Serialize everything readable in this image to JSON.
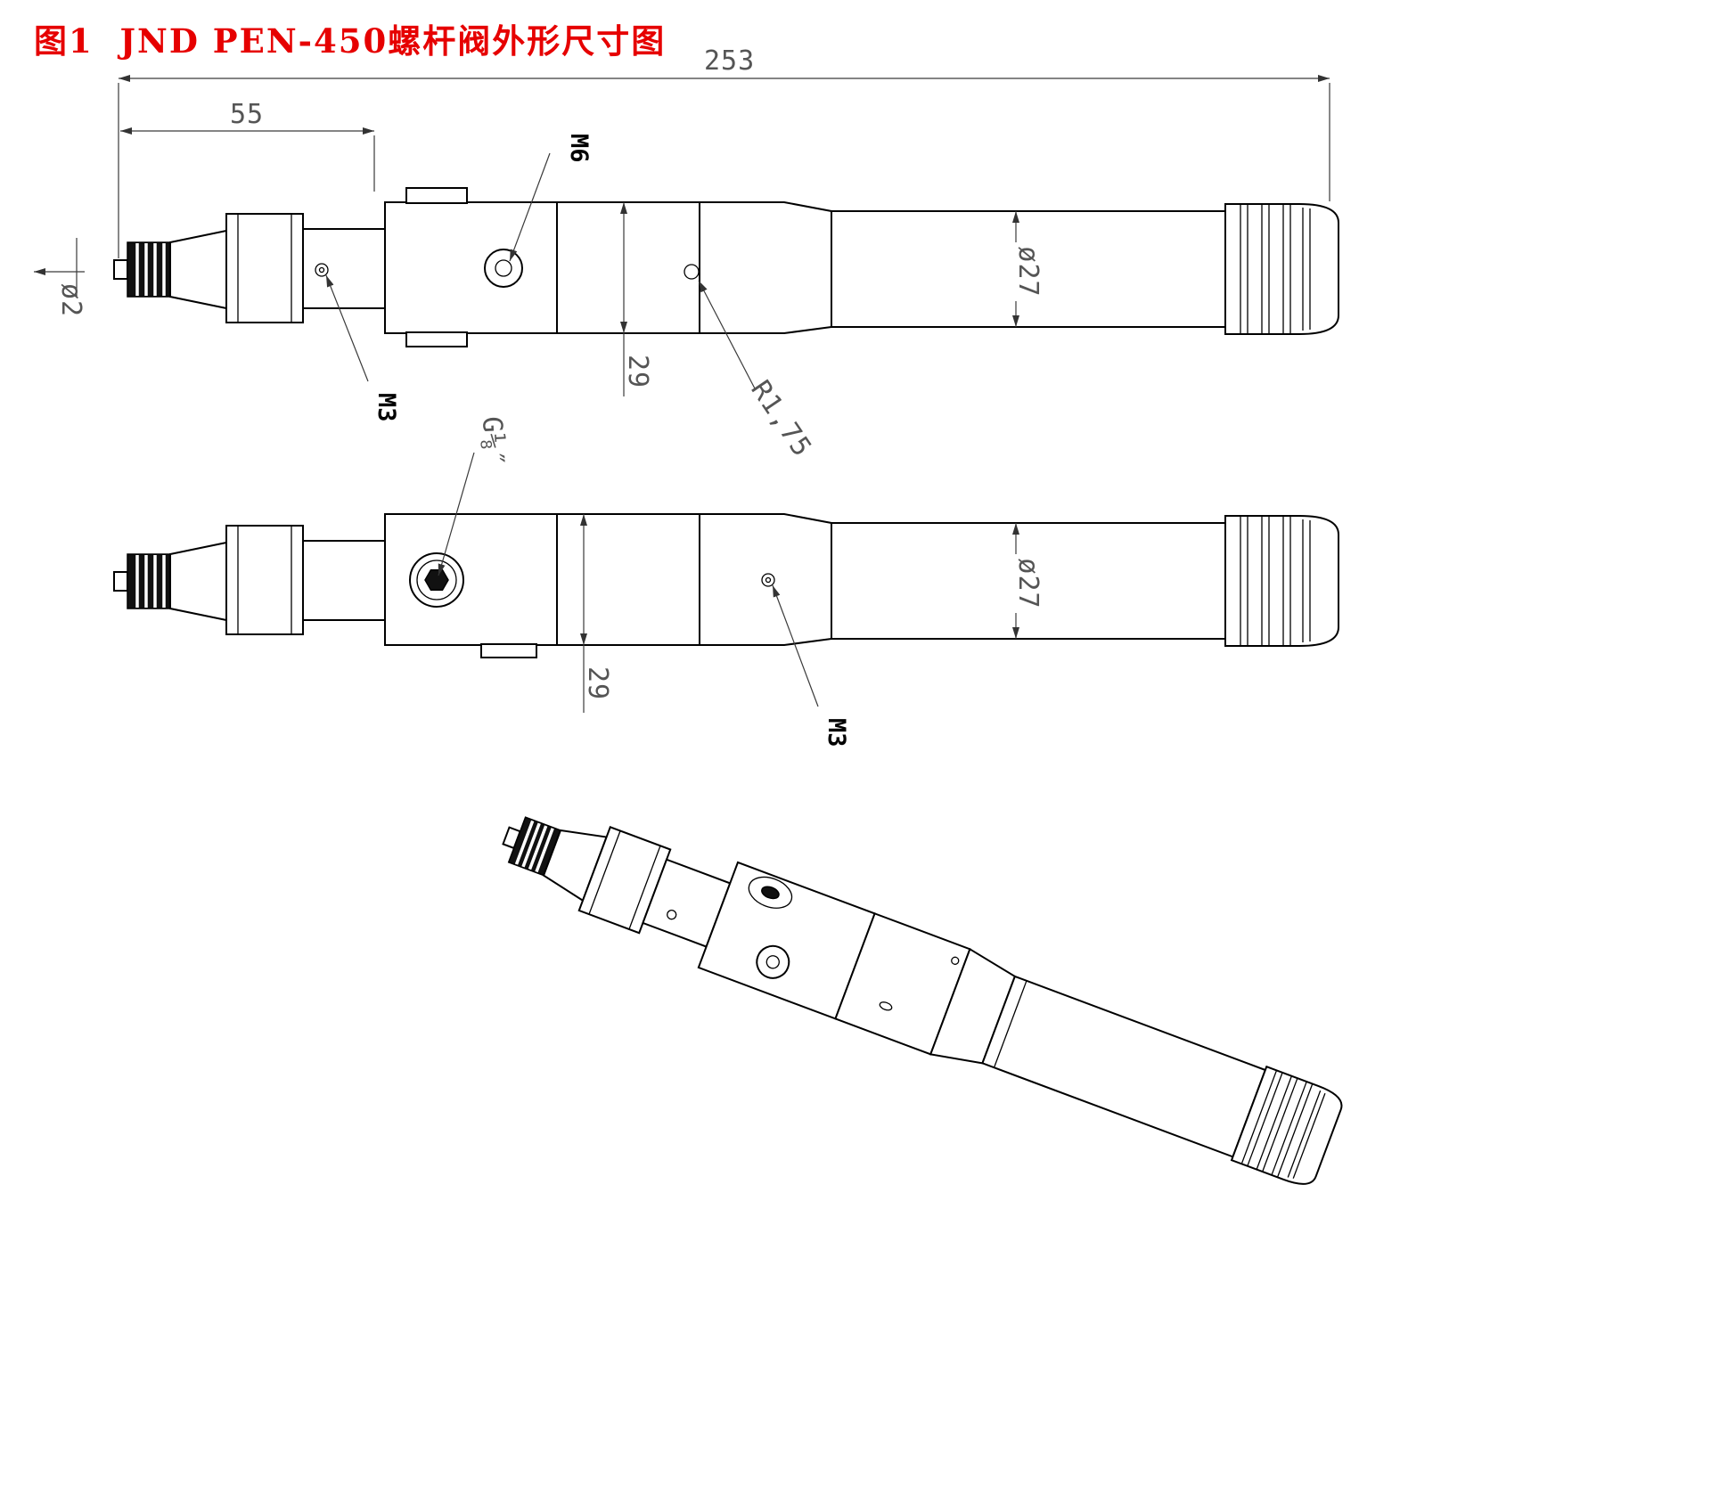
{
  "title": "图1  JND PEN-450螺杆阀外形尺寸图",
  "colors": {
    "title": "#e60000",
    "line": "#000000",
    "dim_text": "#555555"
  },
  "views": {
    "side_top": {
      "name": "side-view-top",
      "dims": {
        "overall_length": "253",
        "front_length": "55",
        "needle_dia": "ø2",
        "thread_m6": "M6",
        "thread_m3": "M3",
        "body_height": "29",
        "fillet_radius": "R1,75",
        "barrel_dia": "ø27"
      }
    },
    "side_bottom": {
      "name": "side-view-rotated",
      "dims": {
        "port_thread": "G⅛″",
        "body_height": "29",
        "thread_m3": "M3",
        "barrel_dia": "ø27"
      }
    },
    "isometric": {
      "name": "isometric-view"
    }
  }
}
